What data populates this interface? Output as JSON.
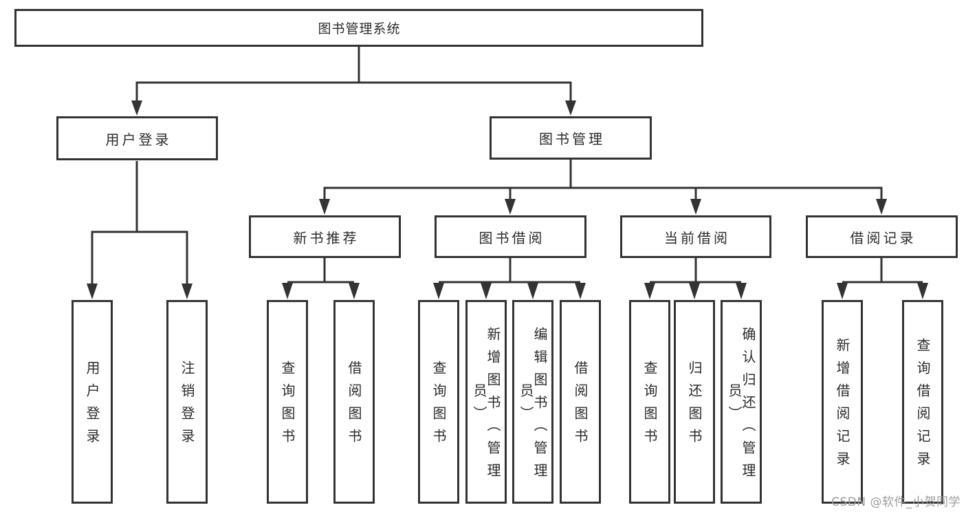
{
  "colors": {
    "line": "#333333",
    "text": "#2b2b2b",
    "bg": "#ffffff",
    "wm": "#9b9b9b"
  },
  "watermark": "CSDN @软件_小贺同学",
  "tree": {
    "root": "图书管理系统",
    "branches": [
      {
        "label": "用户登录",
        "children": [
          "用户登录",
          "注销登录"
        ]
      },
      {
        "label": "图书管理",
        "sections": [
          {
            "label": "新书推荐",
            "children": [
              "查询图书",
              "借阅图书"
            ]
          },
          {
            "label": "图书借阅",
            "children": [
              "查询图书",
              "新增图书（管理员）",
              "编辑图书（管理员）",
              "借阅图书"
            ]
          },
          {
            "label": "当前借阅",
            "children": [
              "查询图书",
              "归还图书",
              "确认归还（管理员）"
            ]
          },
          {
            "label": "借阅记录",
            "children": [
              "新增借阅记录",
              "查询借阅记录"
            ]
          }
        ]
      }
    ]
  }
}
